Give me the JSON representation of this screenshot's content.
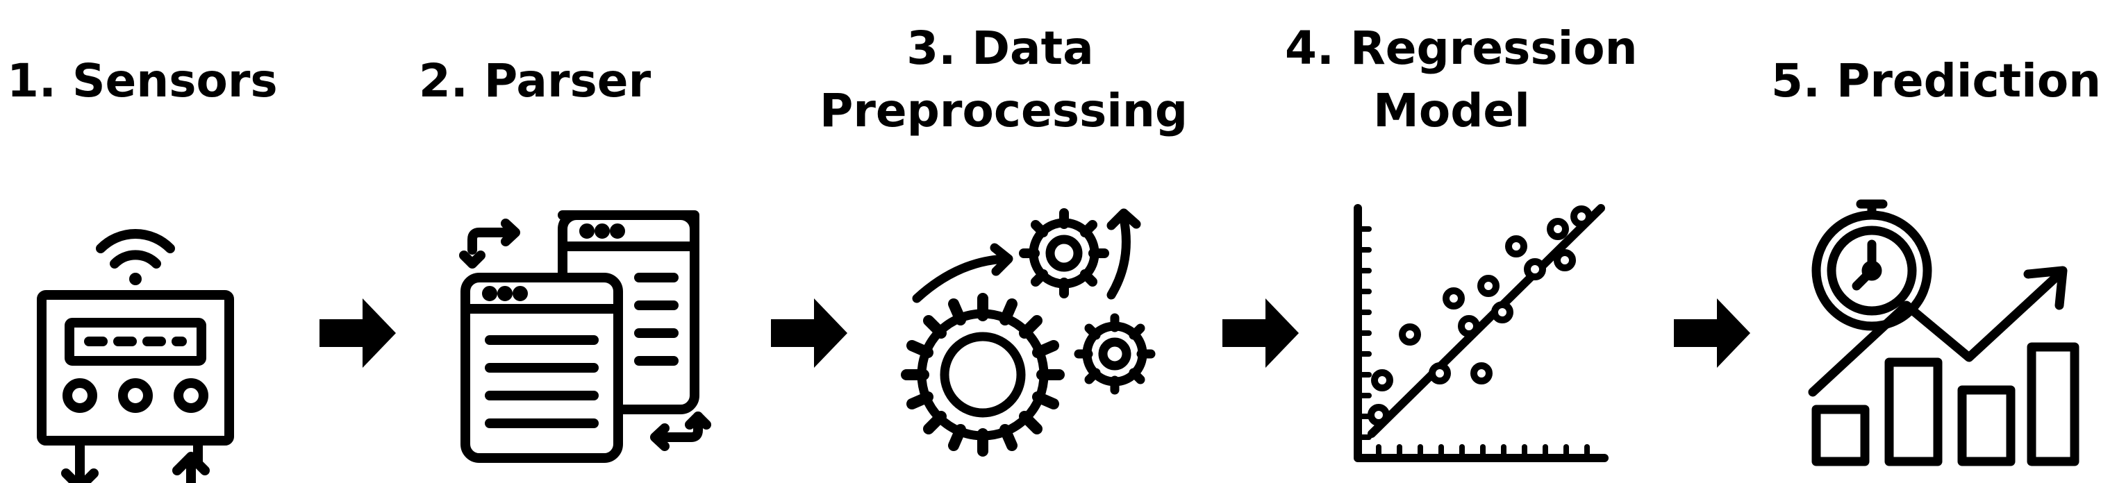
{
  "steps": [
    {
      "id": "sensors",
      "lines": [
        "1. Sensors"
      ],
      "icon": "sensor-device-icon"
    },
    {
      "id": "parser",
      "lines": [
        "2. Parser"
      ],
      "icon": "parser-windows-icon"
    },
    {
      "id": "preprocessing",
      "lines": [
        "3. Data",
        "Preprocessing"
      ],
      "icon": "gears-icon"
    },
    {
      "id": "regression",
      "lines": [
        "4. Regression",
        "Model"
      ],
      "icon": "scatter-regression-icon"
    },
    {
      "id": "prediction",
      "lines": [
        "5. Prediction"
      ],
      "icon": "prediction-chart-icon"
    }
  ],
  "arrows": [
    "arrow-right-icon",
    "arrow-right-icon",
    "arrow-right-icon",
    "arrow-right-icon"
  ],
  "colors": {
    "ink": "#000000",
    "background": "#ffffff"
  }
}
